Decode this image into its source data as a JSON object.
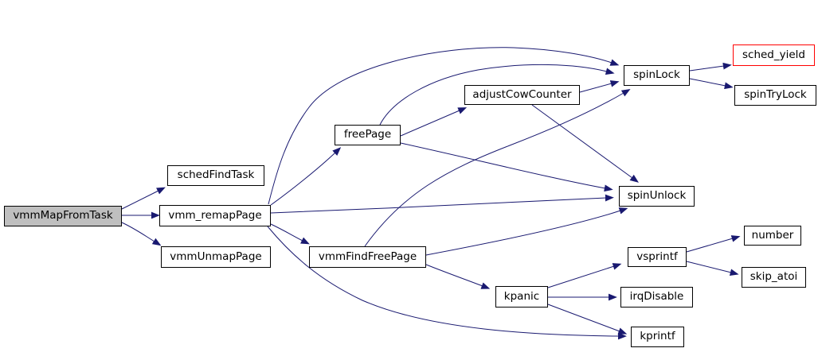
{
  "diagram": {
    "type": "call-graph",
    "root": "vmmMapFromTask",
    "colors": {
      "edge": "#191970",
      "node_border": "#000000",
      "node_fill": "#ffffff",
      "root_fill": "#bfbfbf",
      "highlight_border": "#ff0000",
      "text": "#000000",
      "background": "#ffffff"
    },
    "nodes": [
      {
        "id": "vmmMapFromTask",
        "label": "vmmMapFromTask",
        "style": "root"
      },
      {
        "id": "schedFindTask",
        "label": "schedFindTask",
        "style": "normal"
      },
      {
        "id": "vmm_remapPage",
        "label": "vmm_remapPage",
        "style": "normal"
      },
      {
        "id": "vmmUnmapPage",
        "label": "vmmUnmapPage",
        "style": "normal"
      },
      {
        "id": "freePage",
        "label": "freePage",
        "style": "normal"
      },
      {
        "id": "adjustCowCounter",
        "label": "adjustCowCounter",
        "style": "normal"
      },
      {
        "id": "spinLock",
        "label": "spinLock",
        "style": "normal"
      },
      {
        "id": "sched_yield",
        "label": "sched_yield",
        "style": "red-border"
      },
      {
        "id": "spinTryLock",
        "label": "spinTryLock",
        "style": "normal"
      },
      {
        "id": "spinUnlock",
        "label": "spinUnlock",
        "style": "normal"
      },
      {
        "id": "vmmFindFreePage",
        "label": "vmmFindFreePage",
        "style": "normal"
      },
      {
        "id": "vsprintf",
        "label": "vsprintf",
        "style": "normal"
      },
      {
        "id": "number",
        "label": "number",
        "style": "normal"
      },
      {
        "id": "skip_atoi",
        "label": "skip_atoi",
        "style": "normal"
      },
      {
        "id": "kpanic",
        "label": "kpanic",
        "style": "normal"
      },
      {
        "id": "irqDisable",
        "label": "irqDisable",
        "style": "normal"
      },
      {
        "id": "kprintf",
        "label": "kprintf",
        "style": "normal"
      }
    ],
    "edges": [
      {
        "from": "vmmMapFromTask",
        "to": "schedFindTask"
      },
      {
        "from": "vmmMapFromTask",
        "to": "vmm_remapPage"
      },
      {
        "from": "vmmMapFromTask",
        "to": "vmmUnmapPage"
      },
      {
        "from": "vmm_remapPage",
        "to": "freePage"
      },
      {
        "from": "vmm_remapPage",
        "to": "spinLock"
      },
      {
        "from": "vmm_remapPage",
        "to": "spinUnlock"
      },
      {
        "from": "vmm_remapPage",
        "to": "vmmFindFreePage"
      },
      {
        "from": "vmm_remapPage",
        "to": "kprintf"
      },
      {
        "from": "freePage",
        "to": "adjustCowCounter"
      },
      {
        "from": "freePage",
        "to": "spinLock"
      },
      {
        "from": "freePage",
        "to": "spinUnlock"
      },
      {
        "from": "adjustCowCounter",
        "to": "spinLock"
      },
      {
        "from": "adjustCowCounter",
        "to": "spinUnlock"
      },
      {
        "from": "spinLock",
        "to": "sched_yield"
      },
      {
        "from": "spinLock",
        "to": "spinTryLock"
      },
      {
        "from": "vmmFindFreePage",
        "to": "spinLock"
      },
      {
        "from": "vmmFindFreePage",
        "to": "spinUnlock"
      },
      {
        "from": "vmmFindFreePage",
        "to": "kpanic"
      },
      {
        "from": "kpanic",
        "to": "vsprintf"
      },
      {
        "from": "kpanic",
        "to": "irqDisable"
      },
      {
        "from": "kpanic",
        "to": "kprintf"
      },
      {
        "from": "vsprintf",
        "to": "number"
      },
      {
        "from": "vsprintf",
        "to": "skip_atoi"
      }
    ]
  }
}
